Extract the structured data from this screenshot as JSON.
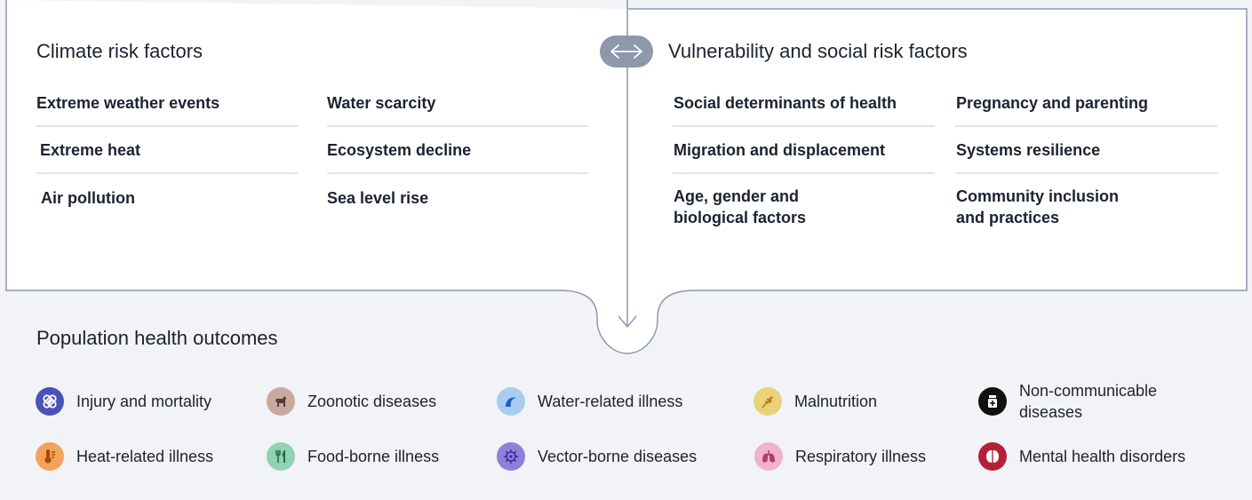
{
  "climate": {
    "title": "Climate risk factors",
    "col1": [
      "Extreme weather events",
      "Extreme heat",
      "Air pollution"
    ],
    "col2": [
      "Water scarcity",
      "Ecosystem decline",
      "Sea level rise"
    ]
  },
  "social": {
    "title": "Vulnerability and social risk factors",
    "col1": [
      "Social determinants of health",
      "Migration and displacement",
      "Age, gender and\nbiological factors"
    ],
    "col2": [
      "Pregnancy and parenting",
      "Systems resilience",
      "Community inclusion\nand practices"
    ]
  },
  "outcomes": {
    "title": "Population health outcomes",
    "items": [
      {
        "label": "Injury and mortality",
        "icon": "bandage-icon",
        "color": "#4a52b8"
      },
      {
        "label": "Zoonotic diseases",
        "icon": "animal-icon",
        "color": "#c9a8a0"
      },
      {
        "label": "Water-related illness",
        "icon": "wave-icon",
        "color": "#a9cdf1"
      },
      {
        "label": "Malnutrition",
        "icon": "grain-icon",
        "color": "#ead27a"
      },
      {
        "label": "Non-communicable\ndiseases",
        "icon": "medicine-bottle-icon",
        "color": "#111111"
      },
      {
        "label": "Heat-related illness",
        "icon": "thermometer-icon",
        "color": "#f2a35a"
      },
      {
        "label": "Food-borne illness",
        "icon": "fork-knife-icon",
        "color": "#8fd3b2"
      },
      {
        "label": "Vector-borne diseases",
        "icon": "virus-icon",
        "color": "#8f7fd9"
      },
      {
        "label": "Respiratory illness",
        "icon": "lungs-icon",
        "color": "#f0b3cc"
      },
      {
        "label": "Mental health disorders",
        "icon": "brain-icon",
        "color": "#b3203a"
      }
    ]
  },
  "colors": {
    "frame": "#8d97b2",
    "divider": "#bfc5d2",
    "pill": "#8f97ab",
    "panel": "#ffffff",
    "background": "#f2f3f6"
  }
}
